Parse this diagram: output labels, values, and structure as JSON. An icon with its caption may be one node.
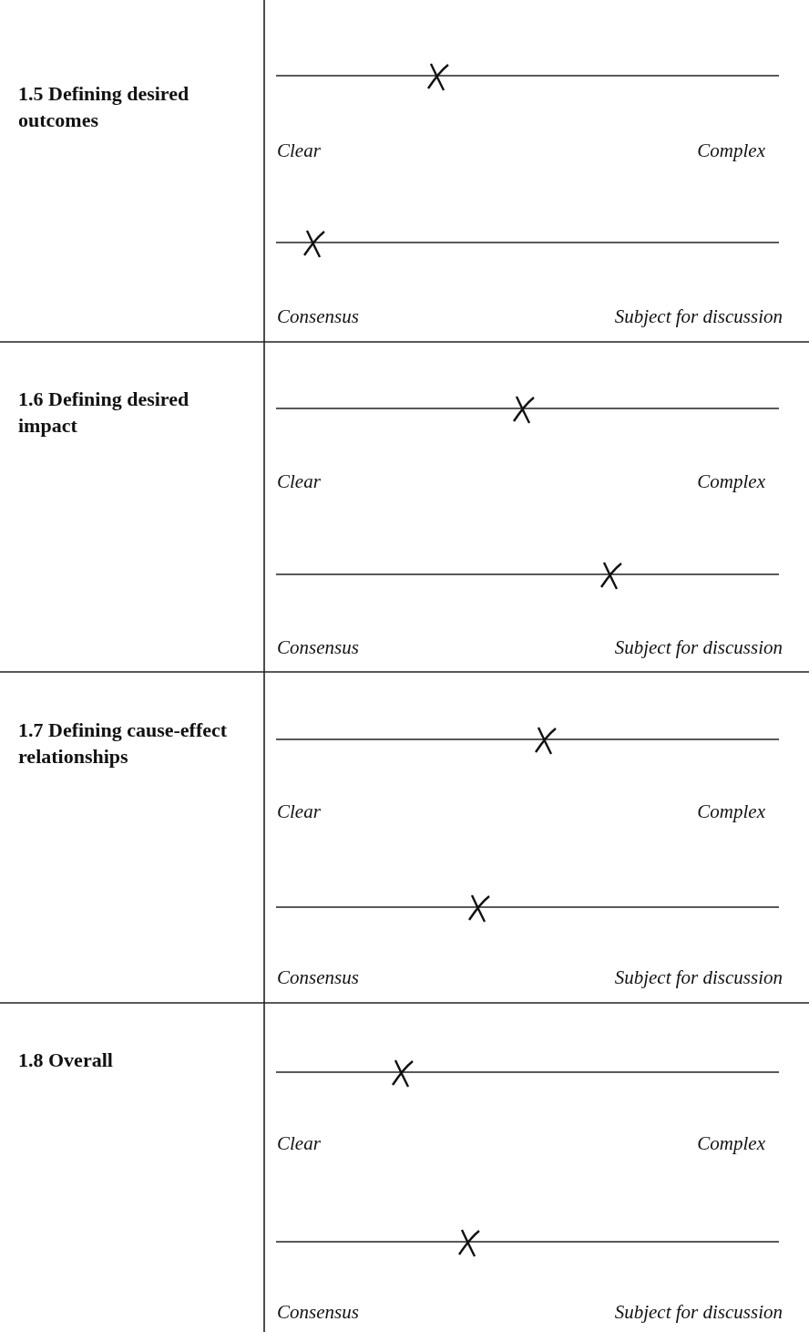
{
  "diagram": {
    "labels": [
      "1.5 Defining desired outcomes",
      "Clear",
      "Complex",
      "Consensus",
      "Subject for discussion",
      "1.6 Defining desired impact",
      "Clear",
      "Complex",
      "Consensus",
      "Subject for discussion",
      "1.7 Defining cause-effect relationships",
      "Clear",
      "Complex",
      "Consensus",
      "Subject for discussion",
      "1.8 Overall",
      "Clear",
      "Complex",
      "Consensus",
      "Subject for discussion"
    ]
  }
}
